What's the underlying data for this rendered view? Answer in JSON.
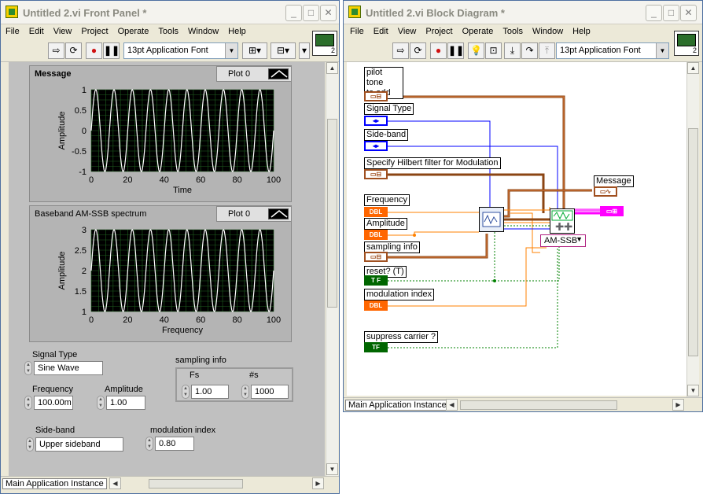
{
  "front_panel": {
    "title": "Untitled 2.vi Front Panel *",
    "menu": [
      "File",
      "Edit",
      "View",
      "Project",
      "Operate",
      "Tools",
      "Window",
      "Help"
    ],
    "font": "13pt Application Font",
    "vi_icon_number": "2",
    "status_instance": "Main Application Instance",
    "graph1": {
      "label": "Message",
      "plot_legend": "Plot 0",
      "ylabel": "Amplitude",
      "xlabel": "Time",
      "yticks": [
        "1",
        "0.5",
        "0",
        "-0.5",
        "-1"
      ],
      "xticks": [
        "0",
        "20",
        "40",
        "60",
        "80",
        "100"
      ]
    },
    "graph2": {
      "label": "Baseband AM-SSB spectrum",
      "plot_legend": "Plot 0",
      "ylabel": "Amplitude",
      "xlabel": "Frequency",
      "yticks": [
        "3",
        "2.5",
        "2",
        "1.5",
        "1"
      ],
      "xticks": [
        "0",
        "20",
        "40",
        "60",
        "80",
        "100"
      ]
    },
    "controls": {
      "signal_type_label": "Signal Type",
      "signal_type_value": "Sine Wave",
      "frequency_label": "Frequency",
      "frequency_value": "100.00m",
      "amplitude_label": "Amplitude",
      "amplitude_value": "1.00",
      "sampling_info_label": "sampling info",
      "fs_label": "Fs",
      "fs_value": "1.00",
      "ns_label": "#s",
      "ns_value": "1000",
      "sideband_label": "Side-band",
      "sideband_value": "Upper sideband",
      "modulation_index_label": "modulation index",
      "modulation_index_value": "0.80"
    }
  },
  "block_diagram": {
    "title": "Untitled 2.vi Block Diagram *",
    "menu": [
      "File",
      "Edit",
      "View",
      "Project",
      "Operate",
      "Tools",
      "Window",
      "Help"
    ],
    "font": "13pt Application Font",
    "vi_icon_number": "2",
    "status_instance": "Main Application Instance",
    "labels": {
      "pilot_tone_1": "pilot tone",
      "pilot_tone_2": "to add",
      "signal_type": "Signal Type",
      "sideband": "Side-band",
      "hilbert": "Specify Hilbert filter for Modulation",
      "frequency": "Frequency",
      "amplitude": "Amplitude",
      "sampling_info": "sampling info",
      "reset": "reset? (T)",
      "modulation_index": "modulation index",
      "suppress_carrier": "suppress carrier ?",
      "message": "Message",
      "am_ssb": "AM-SSB"
    },
    "terminals": {
      "dbl": "DBL",
      "tf": "TF",
      "tf_small": "T F"
    }
  },
  "colors": {
    "graph_bg": "#000000",
    "grid": "#1f5f1f",
    "trace": "#ffffff",
    "orange_wire": "#ff8000",
    "blue_wire": "#0000ff",
    "green_wire": "#008000",
    "brown_wire": "#8b4513",
    "pink_wire": "#ff00ff"
  }
}
